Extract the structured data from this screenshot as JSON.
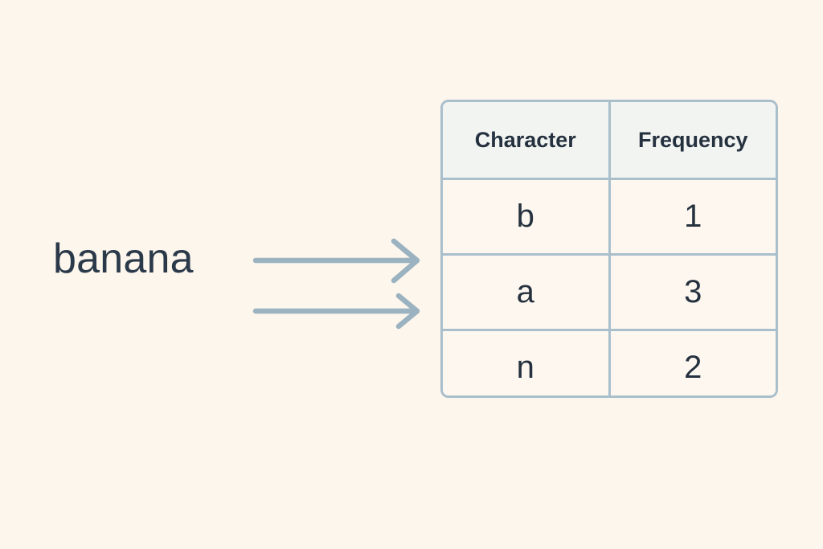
{
  "diagram": {
    "type": "word-to-frequency-table",
    "colors": {
      "background": "#fdf6ec",
      "text_dark": "#2b3a4a",
      "arrow": "#9bb2c0",
      "table_border": "#a9bfcc",
      "header_fill": "#f1f4f1",
      "body_fill": "#fdf7ef"
    },
    "input": {
      "word": "banana"
    },
    "arrows": [
      {
        "name": "arrow-upper"
      },
      {
        "name": "arrow-lower"
      }
    ],
    "table": {
      "columns": [
        "Character",
        "Frequency"
      ],
      "rows": [
        {
          "character": "b",
          "frequency": "1"
        },
        {
          "character": "a",
          "frequency": "3"
        },
        {
          "character": "n",
          "frequency": "2"
        }
      ]
    }
  }
}
